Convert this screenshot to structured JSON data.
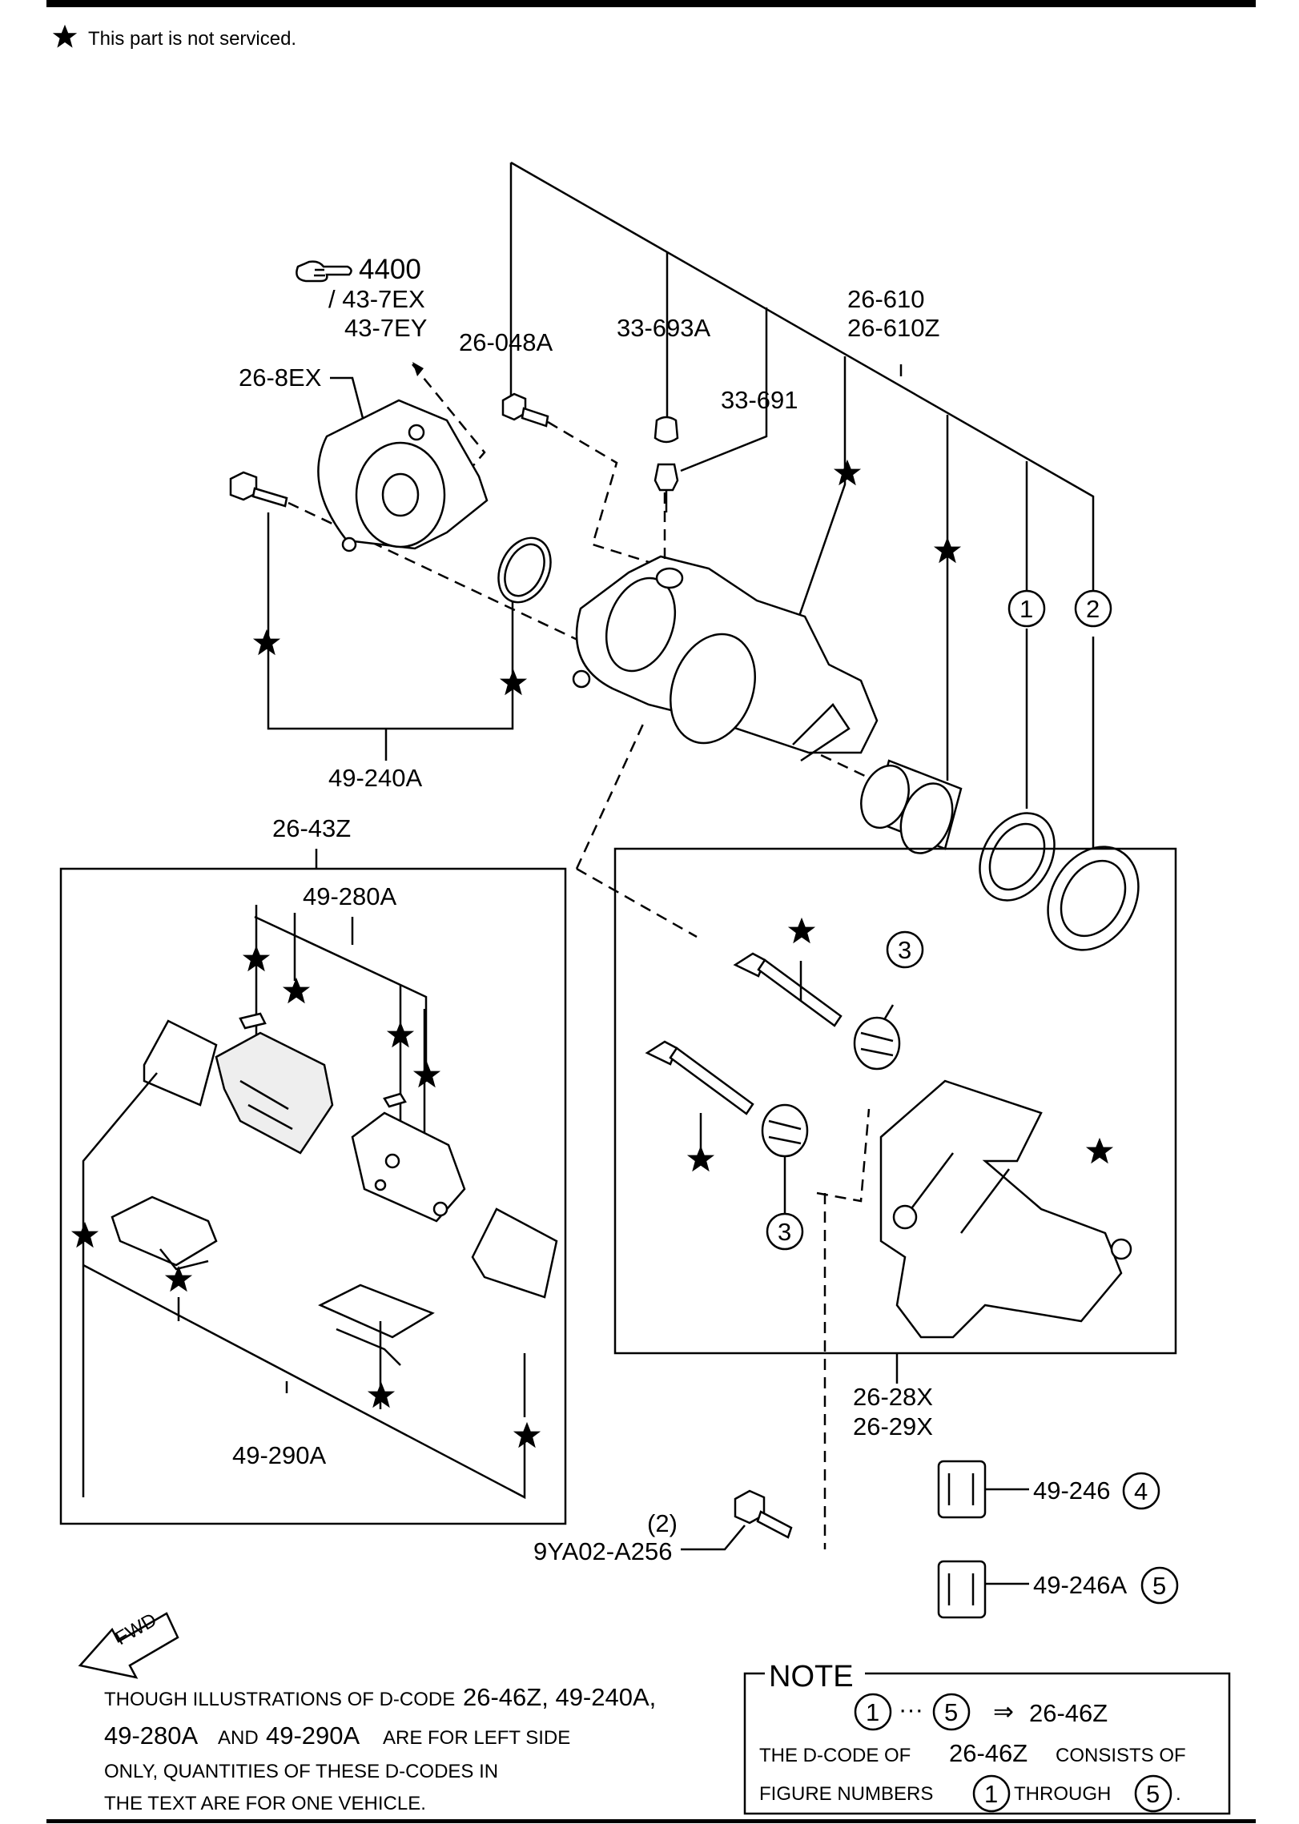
{
  "legend": {
    "text": "This part is not serviced."
  },
  "refs": {
    "page_ref": "4400",
    "sub1": "/ 43-7EX",
    "sub2": "43-7EY"
  },
  "parts": {
    "p26_8EX": "26-8EX",
    "p26_048A": "26-048A",
    "p33_693A": "33-693A",
    "p33_691": "33-691",
    "p26_610": "26-610",
    "p26_610Z": "26-610Z",
    "p49_240A": "49-240A",
    "p26_43Z": "26-43Z",
    "p49_280A": "49-280A",
    "p49_290A": "49-290A",
    "p26_28X": "26-28X",
    "p26_29X": "26-29X",
    "qty2": "(2)",
    "p9YA02": "9YA02-A256",
    "p49_246": "49-246",
    "p49_246A": "49-246A",
    "fwd": "FWD"
  },
  "circles": {
    "c1": "1",
    "c2": "2",
    "c3": "3",
    "c4": "4",
    "c5": "5"
  },
  "footnote": {
    "l1a": "THOUGH ILLUSTRATIONS OF D-CODE",
    "l1b": "26-46Z, 49-240A,",
    "l2a": "49-280A",
    "l2b": "AND",
    "l2c": "49-290A",
    "l2d": "ARE FOR LEFT SIDE",
    "l3": "ONLY, QUANTITIES OF THESE D-CODES IN",
    "l4": "THE TEXT ARE FOR ONE VEHICLE."
  },
  "note": {
    "title": "NOTE",
    "dots": "···",
    "arrow": "⇒",
    "code": "26-46Z",
    "l2a": "THE D-CODE OF",
    "l2b": "26-46Z",
    "l2c": "CONSISTS OF",
    "l3a": "FIGURE NUMBERS",
    "l3b": "THROUGH",
    "period": "."
  }
}
